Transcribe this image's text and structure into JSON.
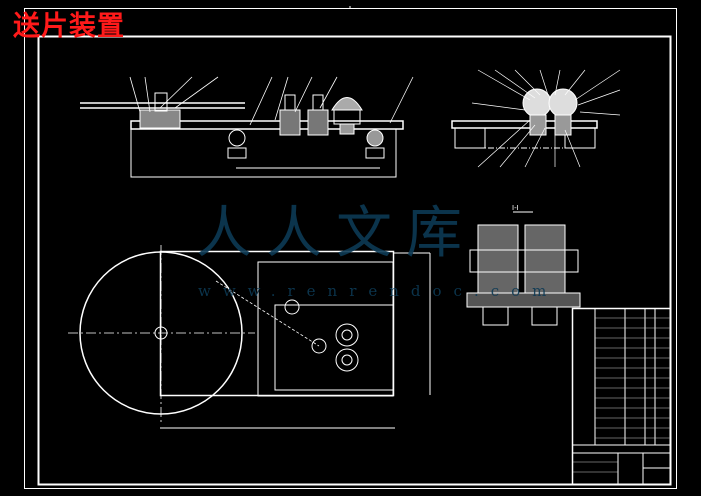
{
  "drawing": {
    "title": "送片装置",
    "watermark_text": "人人文库",
    "watermark_url": "www.renrendoc.com",
    "section_label": "I-I",
    "colors": {
      "background": "#000000",
      "lines": "#ffffff",
      "title": "#ff1a1a",
      "watermark": "#0d3a55"
    }
  }
}
